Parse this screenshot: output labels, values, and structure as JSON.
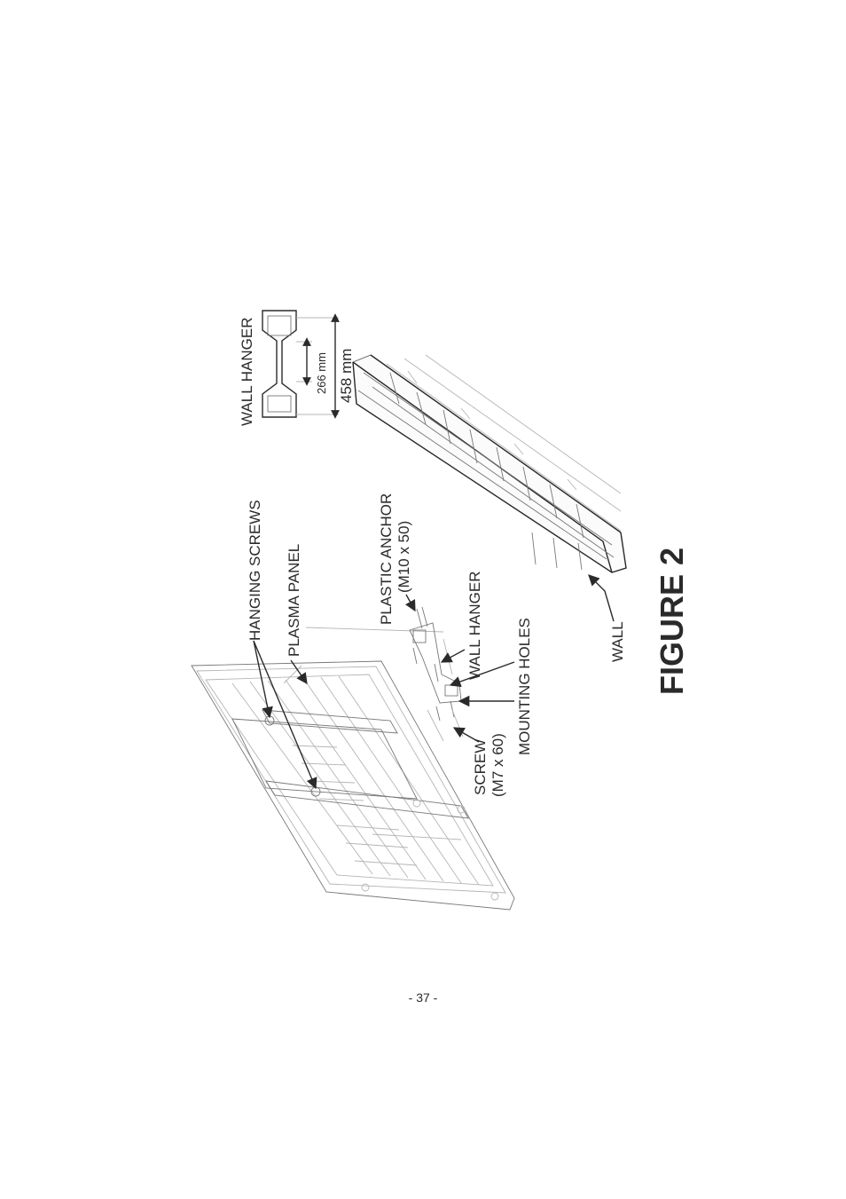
{
  "labels": {
    "hanging_screws": "HANGING SCREWS",
    "plasma_panel": "PLASMA PANEL",
    "plastic_anchor": "PLASTIC ANCHOR",
    "plastic_anchor_size": "(M10 x 50)",
    "wall_hanger": "WALL HANGER",
    "mounting_holes": "MOUNTING HOLES",
    "screw": "SCREW",
    "screw_size": "(M7 x 60)",
    "wall": "WALL"
  },
  "detail": {
    "title": "WALL HANGER",
    "inner_dimension": "266 mm",
    "outer_dimension": "458 mm"
  },
  "figure_title": "FIGURE 2",
  "page_number": "- 37 -"
}
